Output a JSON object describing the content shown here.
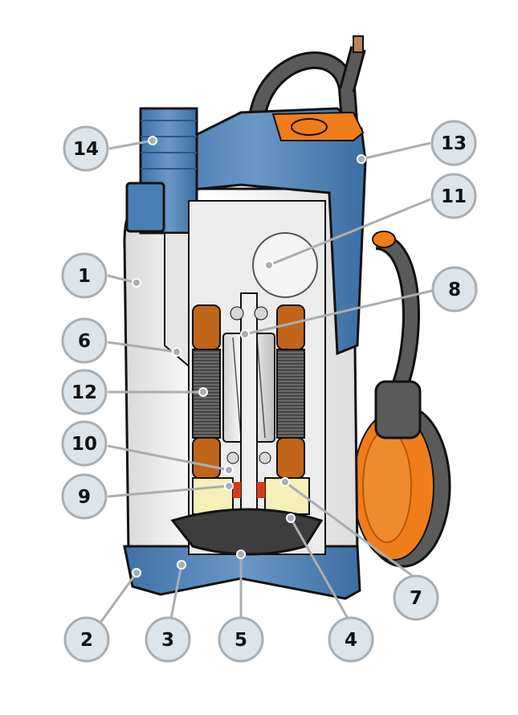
{
  "diagram": {
    "subject": "Submersible drainage pump cutaway",
    "colors": {
      "body_blue": "#4a7fb5",
      "shell_white": "#f1f1f1",
      "float_orange": "#ef7d1a",
      "cable_gray": "#5a5a5a",
      "winding_copper": "#c0651a",
      "stator_gray": "#555555",
      "seal_yellow": "#f6efb8",
      "impeller_dark": "#3d3d3d",
      "callout_fill": "#dde4ea",
      "callout_stroke": "#a9aeb2"
    },
    "callouts": [
      {
        "id": "14",
        "label": "14"
      },
      {
        "id": "13",
        "label": "13"
      },
      {
        "id": "11",
        "label": "11"
      },
      {
        "id": "1",
        "label": "1"
      },
      {
        "id": "8",
        "label": "8"
      },
      {
        "id": "6",
        "label": "6"
      },
      {
        "id": "12",
        "label": "12"
      },
      {
        "id": "10",
        "label": "10"
      },
      {
        "id": "9",
        "label": "9"
      },
      {
        "id": "7",
        "label": "7"
      },
      {
        "id": "2",
        "label": "2"
      },
      {
        "id": "3",
        "label": "3"
      },
      {
        "id": "5",
        "label": "5"
      },
      {
        "id": "4",
        "label": "4"
      }
    ]
  }
}
